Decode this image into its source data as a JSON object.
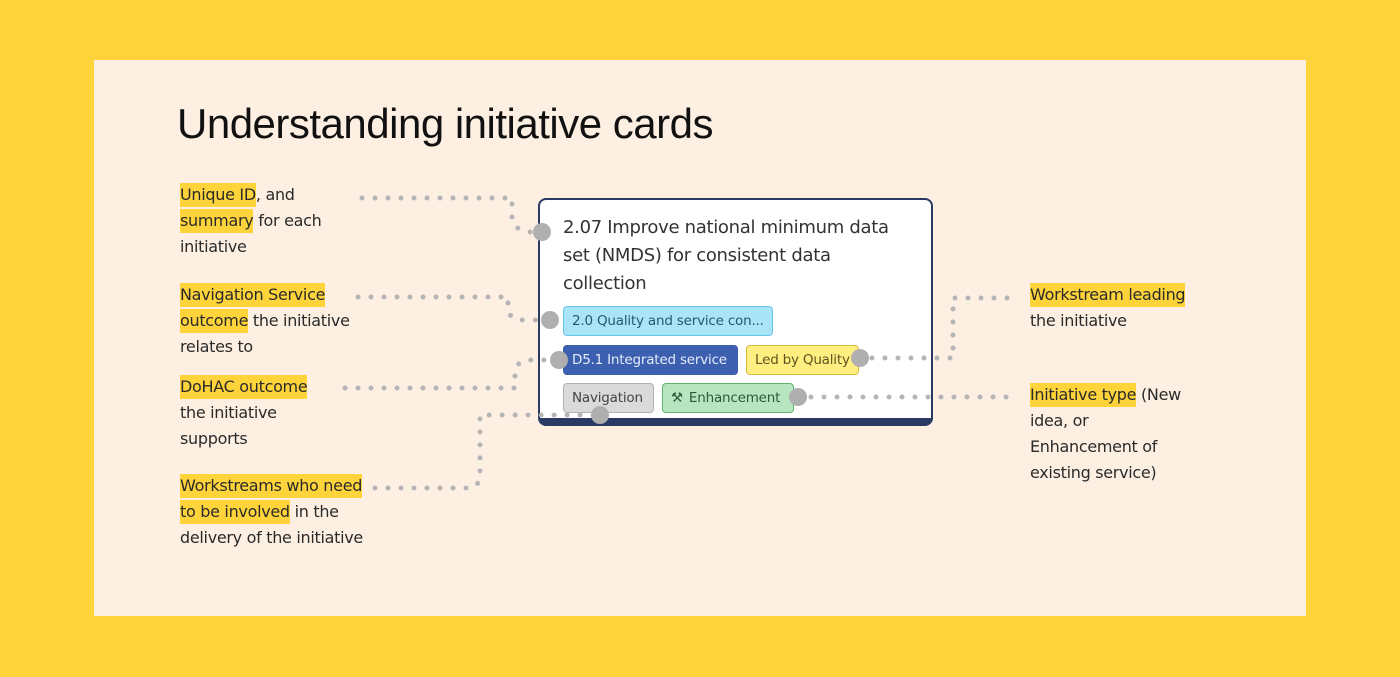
{
  "title": "Understanding initiative cards",
  "colors": {
    "background": "#FFD43B",
    "panel": "#FDF0E2",
    "highlight": "#FFD43B",
    "card_border": "#2B3A63",
    "connector": "#B5B5B5"
  },
  "annotations": {
    "unique_id": {
      "hl1": "Unique ID",
      "t1": ", and",
      "hl2": "summary",
      "t2": " for each initiative"
    },
    "nav_outcome": {
      "hl": "Navigation Service outcome",
      "t": " the initiative relates to"
    },
    "dohac_outcome": {
      "hl": "DoHAC outcome",
      "t": " the initiative supports"
    },
    "workstreams": {
      "hl": "Workstreams who need to be involved",
      "t": " in the delivery of the initiative"
    },
    "workstream_leading": {
      "hl": "Workstream leading",
      "t": " the initiative"
    },
    "initiative_type": {
      "hl": "Initiative type",
      "t": " (New idea, or Enhancement of existing service)"
    }
  },
  "card": {
    "title": "2.07 Improve national minimum data set (NMDS) for consistent data collection",
    "tags": {
      "quality": "2.0 Quality and service con...",
      "d51": "D5.1 Integrated service",
      "led": "Led by Quality",
      "navigation": "Navigation",
      "enhancement": "Enhancement",
      "enhancement_icon": "tools-icon"
    }
  }
}
